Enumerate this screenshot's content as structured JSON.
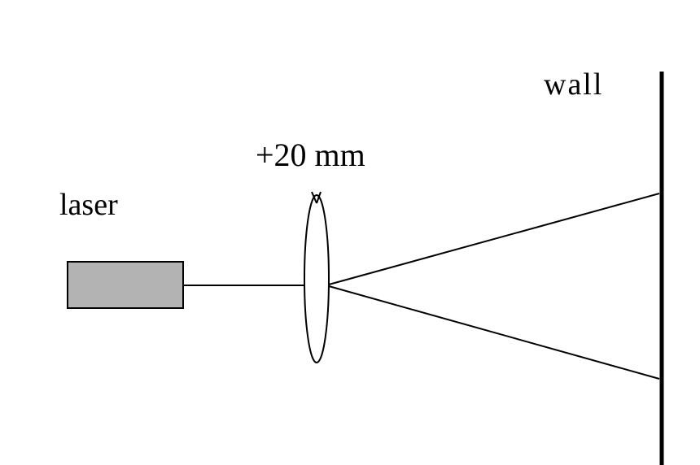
{
  "diagram": {
    "labels": {
      "laser": "laser",
      "lens": "+20 mm",
      "wall": "wall"
    },
    "colors": {
      "background": "#ffffff",
      "ink": "#000000",
      "laser_body": "#b3b3b3"
    }
  }
}
